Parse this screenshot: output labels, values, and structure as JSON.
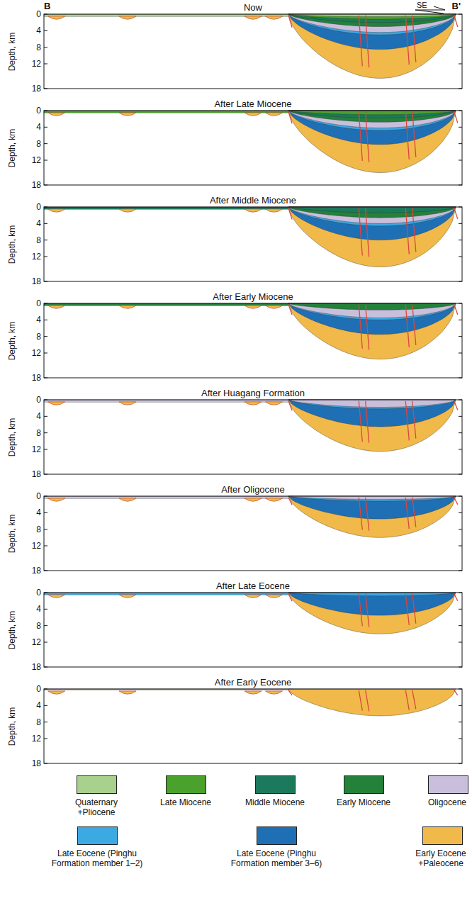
{
  "diagram": {
    "labels": [
      "B",
      "SE",
      "B'",
      "Now",
      "Depth, km",
      "0",
      "4",
      "8",
      "12",
      "18",
      "After Late Miocene",
      "Depth, km",
      "0",
      "4",
      "8",
      "12",
      "18",
      "After Middle Miocene",
      "Depth, km",
      "0",
      "4",
      "8",
      "12",
      "18",
      "After Early Miocene",
      "Depth, km",
      "0",
      "4",
      "8",
      "12",
      "18",
      "After Huagang Formation",
      "Depth, km",
      "0",
      "4",
      "8",
      "12",
      "18",
      "After Oligocene",
      "Depth, km",
      "0",
      "4",
      "8",
      "12",
      "18",
      "After Late Eocene",
      "Depth, km",
      "0",
      "4",
      "8",
      "12",
      "18",
      "After Early Eocene",
      "Depth, km",
      "0",
      "4",
      "8",
      "12",
      "18"
    ],
    "legend": [
      {
        "text": "Quaternary +Pliocene",
        "color": "#a9d18e"
      },
      {
        "text": "Late Miocene",
        "color": "#4aa22c"
      },
      {
        "text": "Middle Miocene",
        "color": "#1b7a5c"
      },
      {
        "text": "Early Miocene",
        "color": "#23813a"
      },
      {
        "text": "Oligocene",
        "color": "#c9bfdc"
      },
      {
        "text": "Late Eocene (Pinghu Formation member 1–2)",
        "color": "#3ca9e2"
      },
      {
        "text": "Late Eocene (Pinghu Formation member 3–6)",
        "color": "#1f6fb5"
      },
      {
        "text": "Early Eocene +Paleocene",
        "color": "#f1b949"
      }
    ]
  }
}
